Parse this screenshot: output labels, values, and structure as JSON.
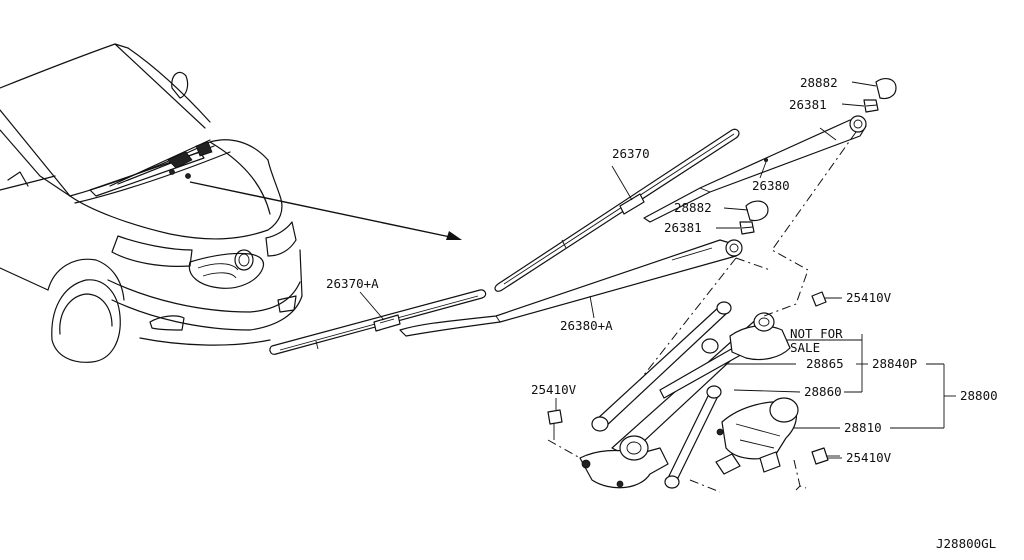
{
  "diagram_code": "J28800GL",
  "labels": {
    "p28882_top": "28882",
    "p26381_top": "26381",
    "p26370": "26370",
    "p26380": "26380",
    "p28882_mid": "28882",
    "p26381_mid": "26381",
    "p26370a": "26370+A",
    "p26380a": "26380+A",
    "p25410v_right1": "25410V",
    "not_for_1": "NOT FOR",
    "not_for_2": "SALE",
    "p28865": "28865",
    "p28840p": "28840P",
    "p28800": "28800",
    "p25410v_left": "25410V",
    "p28860": "28860",
    "p28810": "28810",
    "p25410v_right2": "25410V"
  },
  "icons": {
    "vehicle": "vehicle-front-icon",
    "arrow": "location-arrow-icon"
  }
}
